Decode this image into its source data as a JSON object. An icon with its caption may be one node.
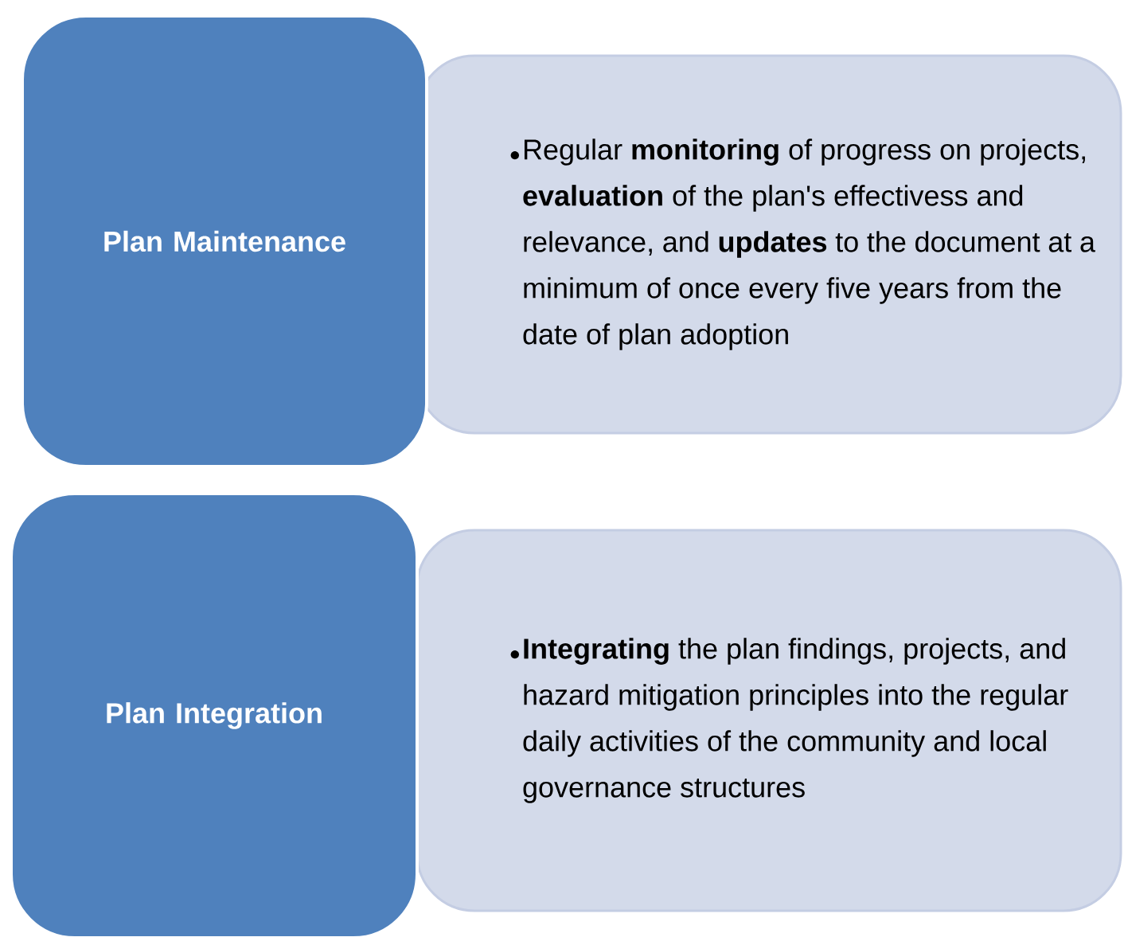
{
  "diagram": {
    "nodes": [
      {
        "text": [
          "Plan Maintenance"
        ]
      },
      {
        "text": [
          "Regular **monitoring** of progress on projects, **evaluation** of the plan's effectivess and relevance, and **updates** to the document at a minimum of once every five years from the date of plan adoption"
        ]
      },
      {
        "text": [
          "Plan Integration"
        ]
      },
      {
        "text": [
          "**Integrating** the plan findings, projects, and hazard mitigation principles into the regular daily activities of the community and local governance structures"
        ]
      }
    ]
  }
}
